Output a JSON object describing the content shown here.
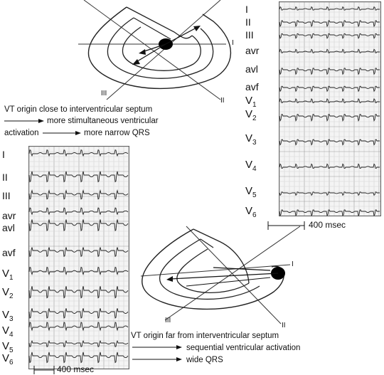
{
  "diagram_top": {
    "axis_labels": [
      "I",
      "II",
      "III"
    ],
    "caption_line1": "VT origin close to interventricular septum",
    "caption_line2": "more stimultaneous ventricular",
    "caption_line3": "activation",
    "caption_line4": "more narrow QRS"
  },
  "ecg_top": {
    "leads": [
      "I",
      "II",
      "III",
      "avr",
      "avl",
      "avf",
      "V1",
      "V2",
      "V3",
      "V4",
      "V5",
      "V6"
    ],
    "scale_label": "400 msec"
  },
  "ecg_bottom": {
    "leads": [
      "I",
      "II",
      "III",
      "avr",
      "avl",
      "avf",
      "V1",
      "V2",
      "V3",
      "V4",
      "V5",
      "V6"
    ],
    "scale_label": "400 msec"
  },
  "diagram_bottom": {
    "axis_labels": [
      "I",
      "II",
      "III"
    ],
    "caption_line1": "VT origin far from interventricular septum",
    "caption_line2": "sequential ventricular activation",
    "caption_line3": "wide QRS"
  }
}
